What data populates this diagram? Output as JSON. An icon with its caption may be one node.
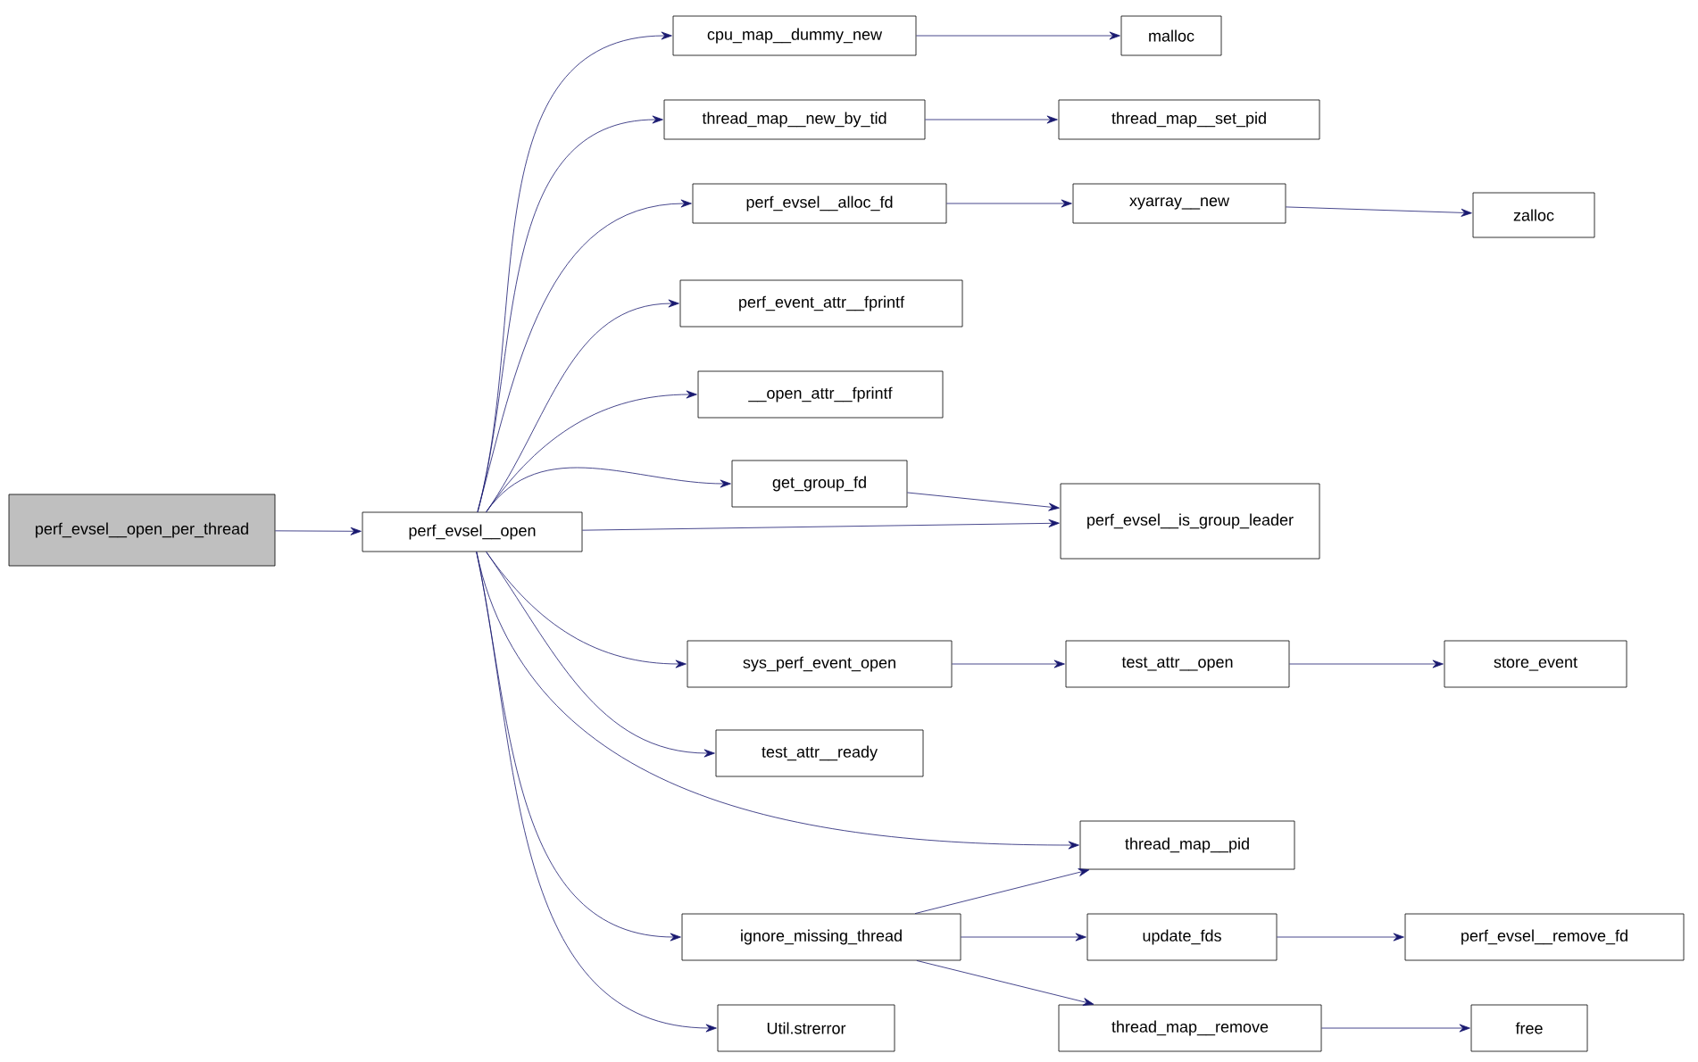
{
  "diagram": {
    "nodes": [
      {
        "text": [
          "perf_evsel__open_per_thread"
        ]
      },
      {
        "text": [
          "perf_evsel__open"
        ]
      },
      {
        "text": [
          "cpu_map__dummy_new"
        ]
      },
      {
        "text": [
          "malloc"
        ]
      },
      {
        "text": [
          "thread_map__new_by_tid"
        ]
      },
      {
        "text": [
          "thread_map__set_pid"
        ]
      },
      {
        "text": [
          "perf_evsel__alloc_fd"
        ]
      },
      {
        "text": [
          "xyarray__new"
        ]
      },
      {
        "text": [
          "zalloc"
        ]
      },
      {
        "text": [
          "perf_event_attr__fprintf"
        ]
      },
      {
        "text": [
          "__open_attr__fprintf"
        ]
      },
      {
        "text": [
          "get_group_fd"
        ]
      },
      {
        "text": [
          "perf_evsel__is_group_leader"
        ]
      },
      {
        "text": [
          "sys_perf_event_open"
        ]
      },
      {
        "text": [
          "test_attr__open"
        ]
      },
      {
        "text": [
          "store_event"
        ]
      },
      {
        "text": [
          "test_attr__ready"
        ]
      },
      {
        "text": [
          "thread_map__pid"
        ]
      },
      {
        "text": [
          "ignore_missing_thread"
        ]
      },
      {
        "text": [
          "update_fds"
        ]
      },
      {
        "text": [
          "perf_evsel__remove_fd"
        ]
      },
      {
        "text": [
          "thread_map__remove"
        ]
      },
      {
        "text": [
          "free"
        ]
      },
      {
        "text": [
          "Util.strerror"
        ]
      }
    ],
    "edges": [
      {
        "from": 0,
        "to": 1,
        "arrow": "to"
      },
      {
        "from": 1,
        "to": 2,
        "arrow": "to"
      },
      {
        "from": 1,
        "to": 4,
        "arrow": "to"
      },
      {
        "from": 1,
        "to": 6,
        "arrow": "to"
      },
      {
        "from": 1,
        "to": 9,
        "arrow": "to"
      },
      {
        "from": 1,
        "to": 10,
        "arrow": "to"
      },
      {
        "from": 1,
        "to": 11,
        "arrow": "to"
      },
      {
        "from": 1,
        "to": 12,
        "arrow": "to"
      },
      {
        "from": 1,
        "to": 13,
        "arrow": "to"
      },
      {
        "from": 1,
        "to": 16,
        "arrow": "to"
      },
      {
        "from": 1,
        "to": 17,
        "arrow": "to"
      },
      {
        "from": 1,
        "to": 18,
        "arrow": "to"
      },
      {
        "from": 1,
        "to": 23,
        "arrow": "to"
      },
      {
        "from": 2,
        "to": 3,
        "arrow": "to"
      },
      {
        "from": 4,
        "to": 5,
        "arrow": "to"
      },
      {
        "from": 6,
        "to": 7,
        "arrow": "to"
      },
      {
        "from": 7,
        "to": 8,
        "arrow": "to"
      },
      {
        "from": 11,
        "to": 12,
        "arrow": "to"
      },
      {
        "from": 13,
        "to": 14,
        "arrow": "to"
      },
      {
        "from": 14,
        "to": 15,
        "arrow": "to"
      },
      {
        "from": 18,
        "to": 17,
        "arrow": "to"
      },
      {
        "from": 18,
        "to": 19,
        "arrow": "to"
      },
      {
        "from": 18,
        "to": 21,
        "arrow": "to"
      },
      {
        "from": 19,
        "to": 20,
        "arrow": "to"
      },
      {
        "from": 21,
        "to": 22,
        "arrow": "to"
      }
    ]
  }
}
